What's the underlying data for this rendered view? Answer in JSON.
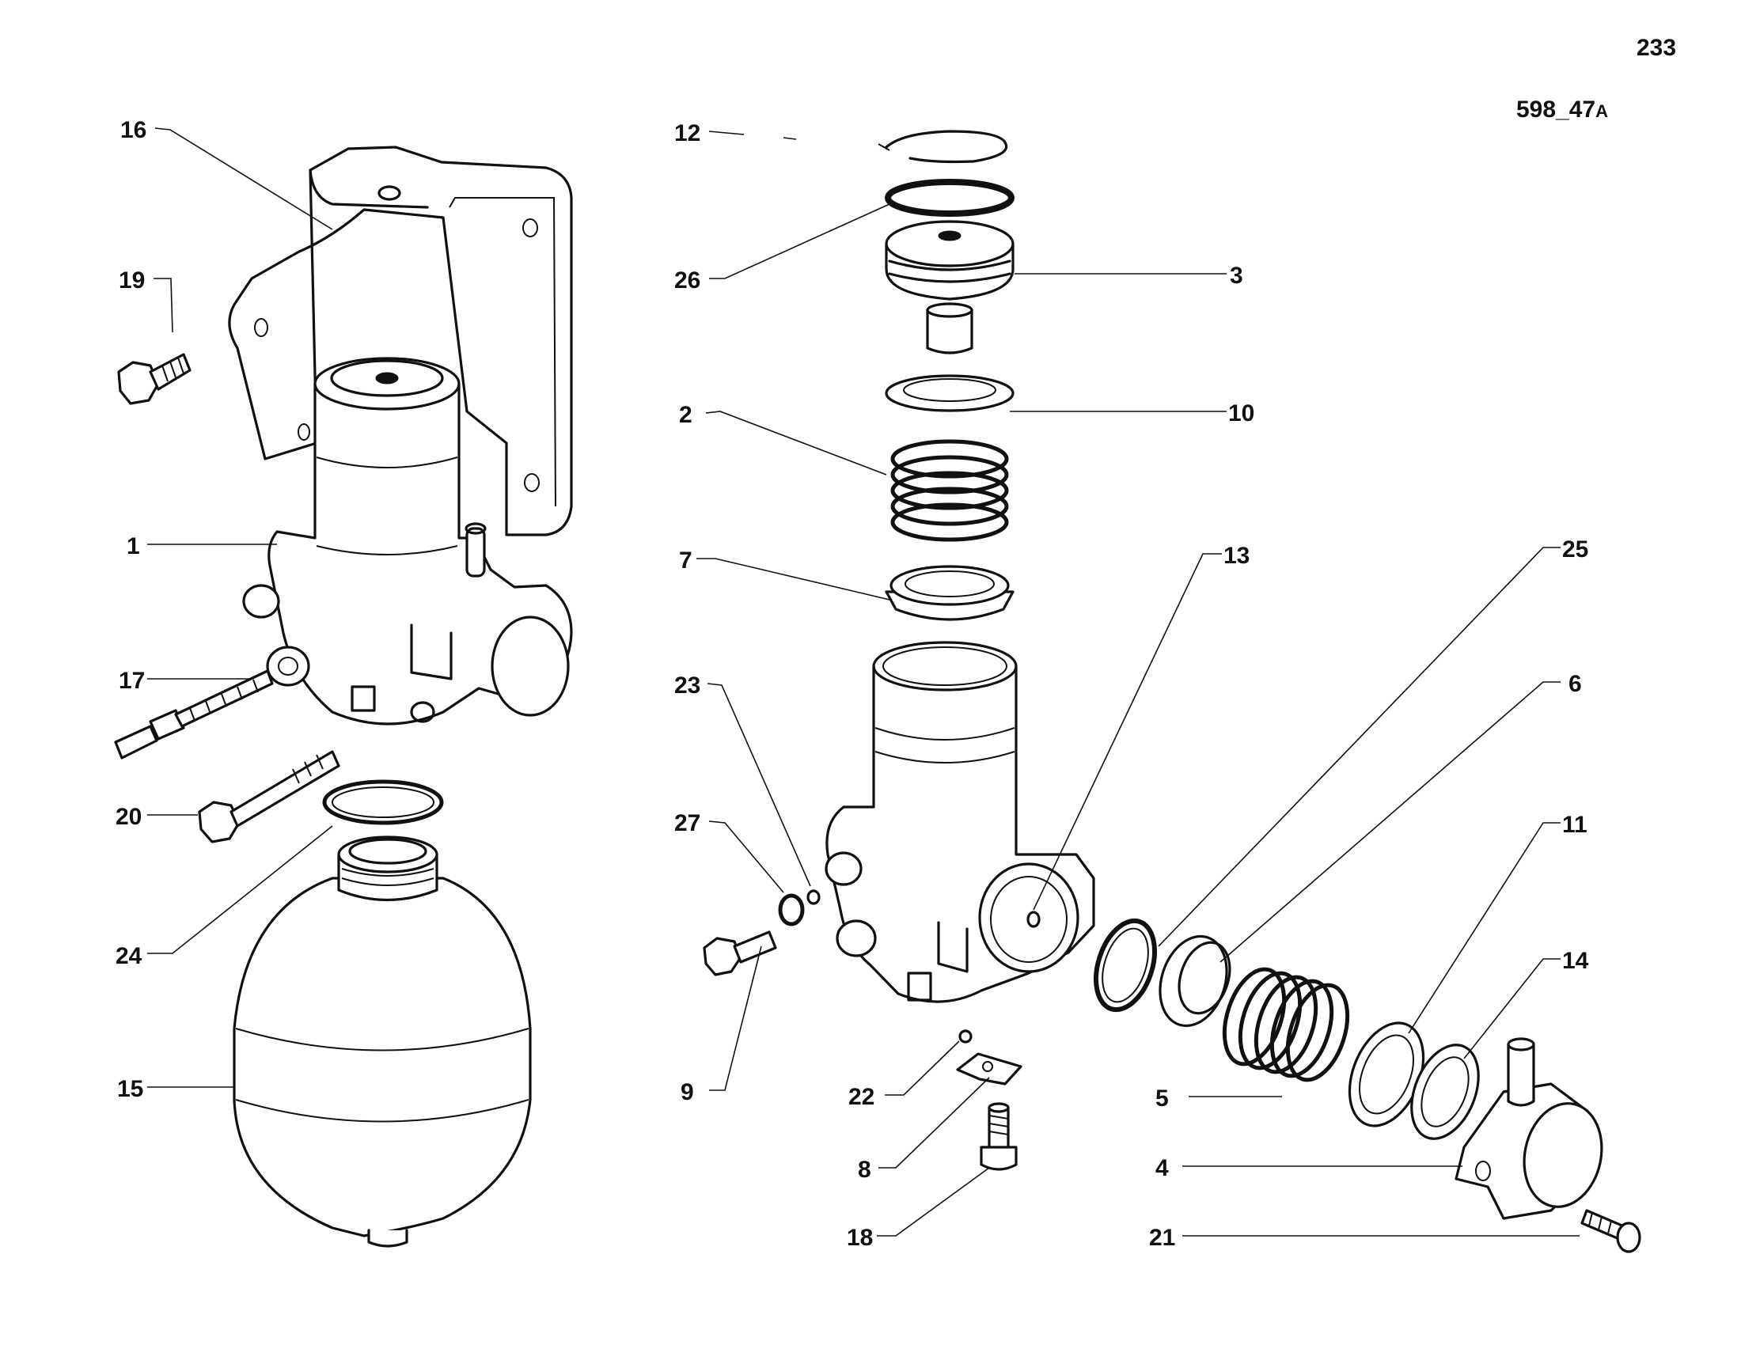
{
  "page_number": "233",
  "drawing_ref": "598_47",
  "drawing_ref_suffix": "A",
  "callouts": {
    "c1": "1",
    "c2": "2",
    "c3": "3",
    "c4": "4",
    "c5": "5",
    "c6": "6",
    "c7": "7",
    "c8": "8",
    "c9": "9",
    "c10": "10",
    "c11": "11",
    "c12": "12",
    "c13": "13",
    "c14": "14",
    "c15": "15",
    "c16": "16",
    "c17": "17",
    "c18": "18",
    "c19": "19",
    "c20": "20",
    "c21": "21",
    "c22": "22",
    "c23": "23",
    "c24": "24",
    "c25": "25",
    "c26": "26",
    "c27": "27"
  }
}
